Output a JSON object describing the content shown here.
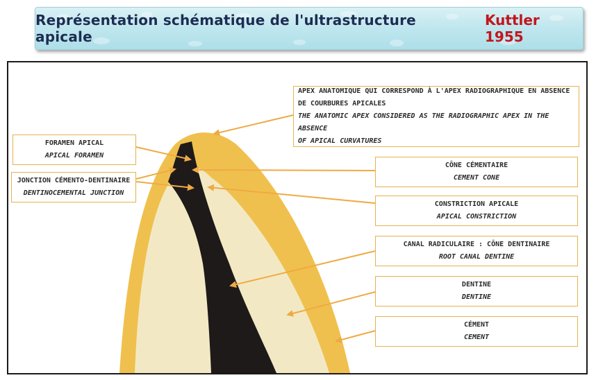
{
  "banner": {
    "title": "Représentation schématique de l'ultrastructure apicale",
    "author": "Kuttler 1955"
  },
  "labels": {
    "apex": {
      "fr1": "APEX ANATOMIQUE QUI CORRESPOND À L'APEX RADIOGRAPHIQUE EN ABSENCE",
      "fr2": "DE COURBURES APICALES",
      "en1": "THE ANATOMIC APEX CONSIDERED AS THE RADIOGRAPHIC APEX IN THE ABSENCE",
      "en2": "OF APICAL CURVATURES"
    },
    "foramen": {
      "fr": "FORAMEN APICAL",
      "en": "APICAL FORAMEN"
    },
    "junction": {
      "fr": "JONCTION CÉMENTO-DENTINAIRE",
      "en": "DENTINOCEMENTAL JUNCTION"
    },
    "cone_cementaire": {
      "fr": "CÔNE CÉMENTAIRE",
      "en": "CEMENT CONE"
    },
    "constriction": {
      "fr": "CONSTRICTION APICALE",
      "en": "APICAL CONSTRICTION"
    },
    "canal": {
      "fr": "CANAL RADICULAIRE : CÔNE DENTINAIRE",
      "en": "ROOT CANAL DENTINE"
    },
    "dentine": {
      "fr": "DENTINE",
      "en": "DENTINE"
    },
    "cement": {
      "fr": "CÉMENT",
      "en": "CEMENT"
    }
  },
  "colors": {
    "cementum": "#f0c04e",
    "dentine": "#f2e9c4",
    "canal": "#1e1a1a",
    "arrow": "#efaa44",
    "label_border": "#e6b24d",
    "title_dark": "#1d2d52",
    "title_red": "#c2161d"
  }
}
